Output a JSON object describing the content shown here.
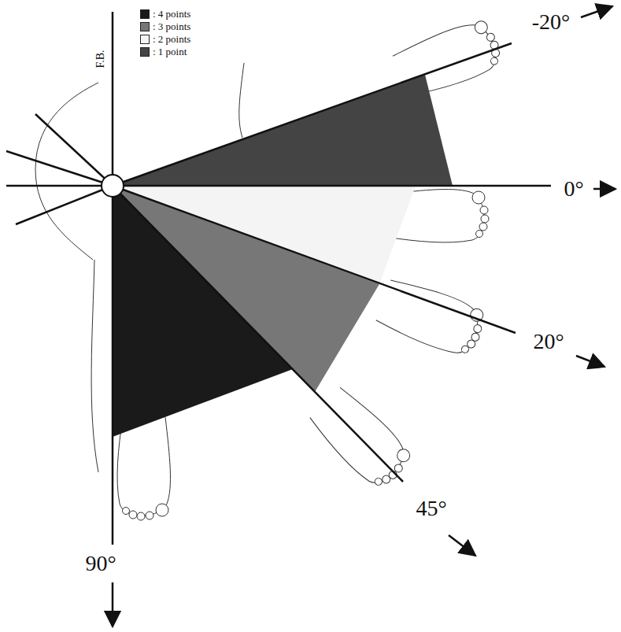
{
  "diagram": {
    "labels": [
      "F.B.",
      "-20°",
      "0°",
      "20°",
      "45°",
      "90°"
    ],
    "legend": [
      {
        "text": ": 4 points",
        "color": "#1a1a1a"
      },
      {
        "text": ": 3 points",
        "color": "#777777"
      },
      {
        "text": ": 2 points",
        "color": "#f4f4f4"
      },
      {
        "text": ": 1 point",
        "color": "#444444"
      }
    ]
  }
}
